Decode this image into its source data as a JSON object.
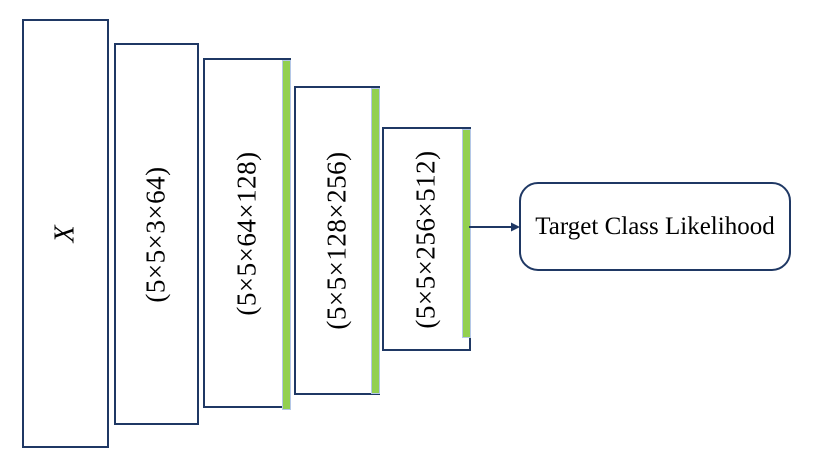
{
  "layers": [
    {
      "label": "X"
    },
    {
      "label": "(5×5×3×64)"
    },
    {
      "label": "(5×5×64×128)"
    },
    {
      "label": "(5×5×128×256)"
    },
    {
      "label": "(5×5×256×512)"
    }
  ],
  "output": {
    "label": "Target Class Likelihood"
  },
  "colors": {
    "outline": "#1f3864",
    "activation_bar": "#92d050",
    "text": "#000000"
  }
}
